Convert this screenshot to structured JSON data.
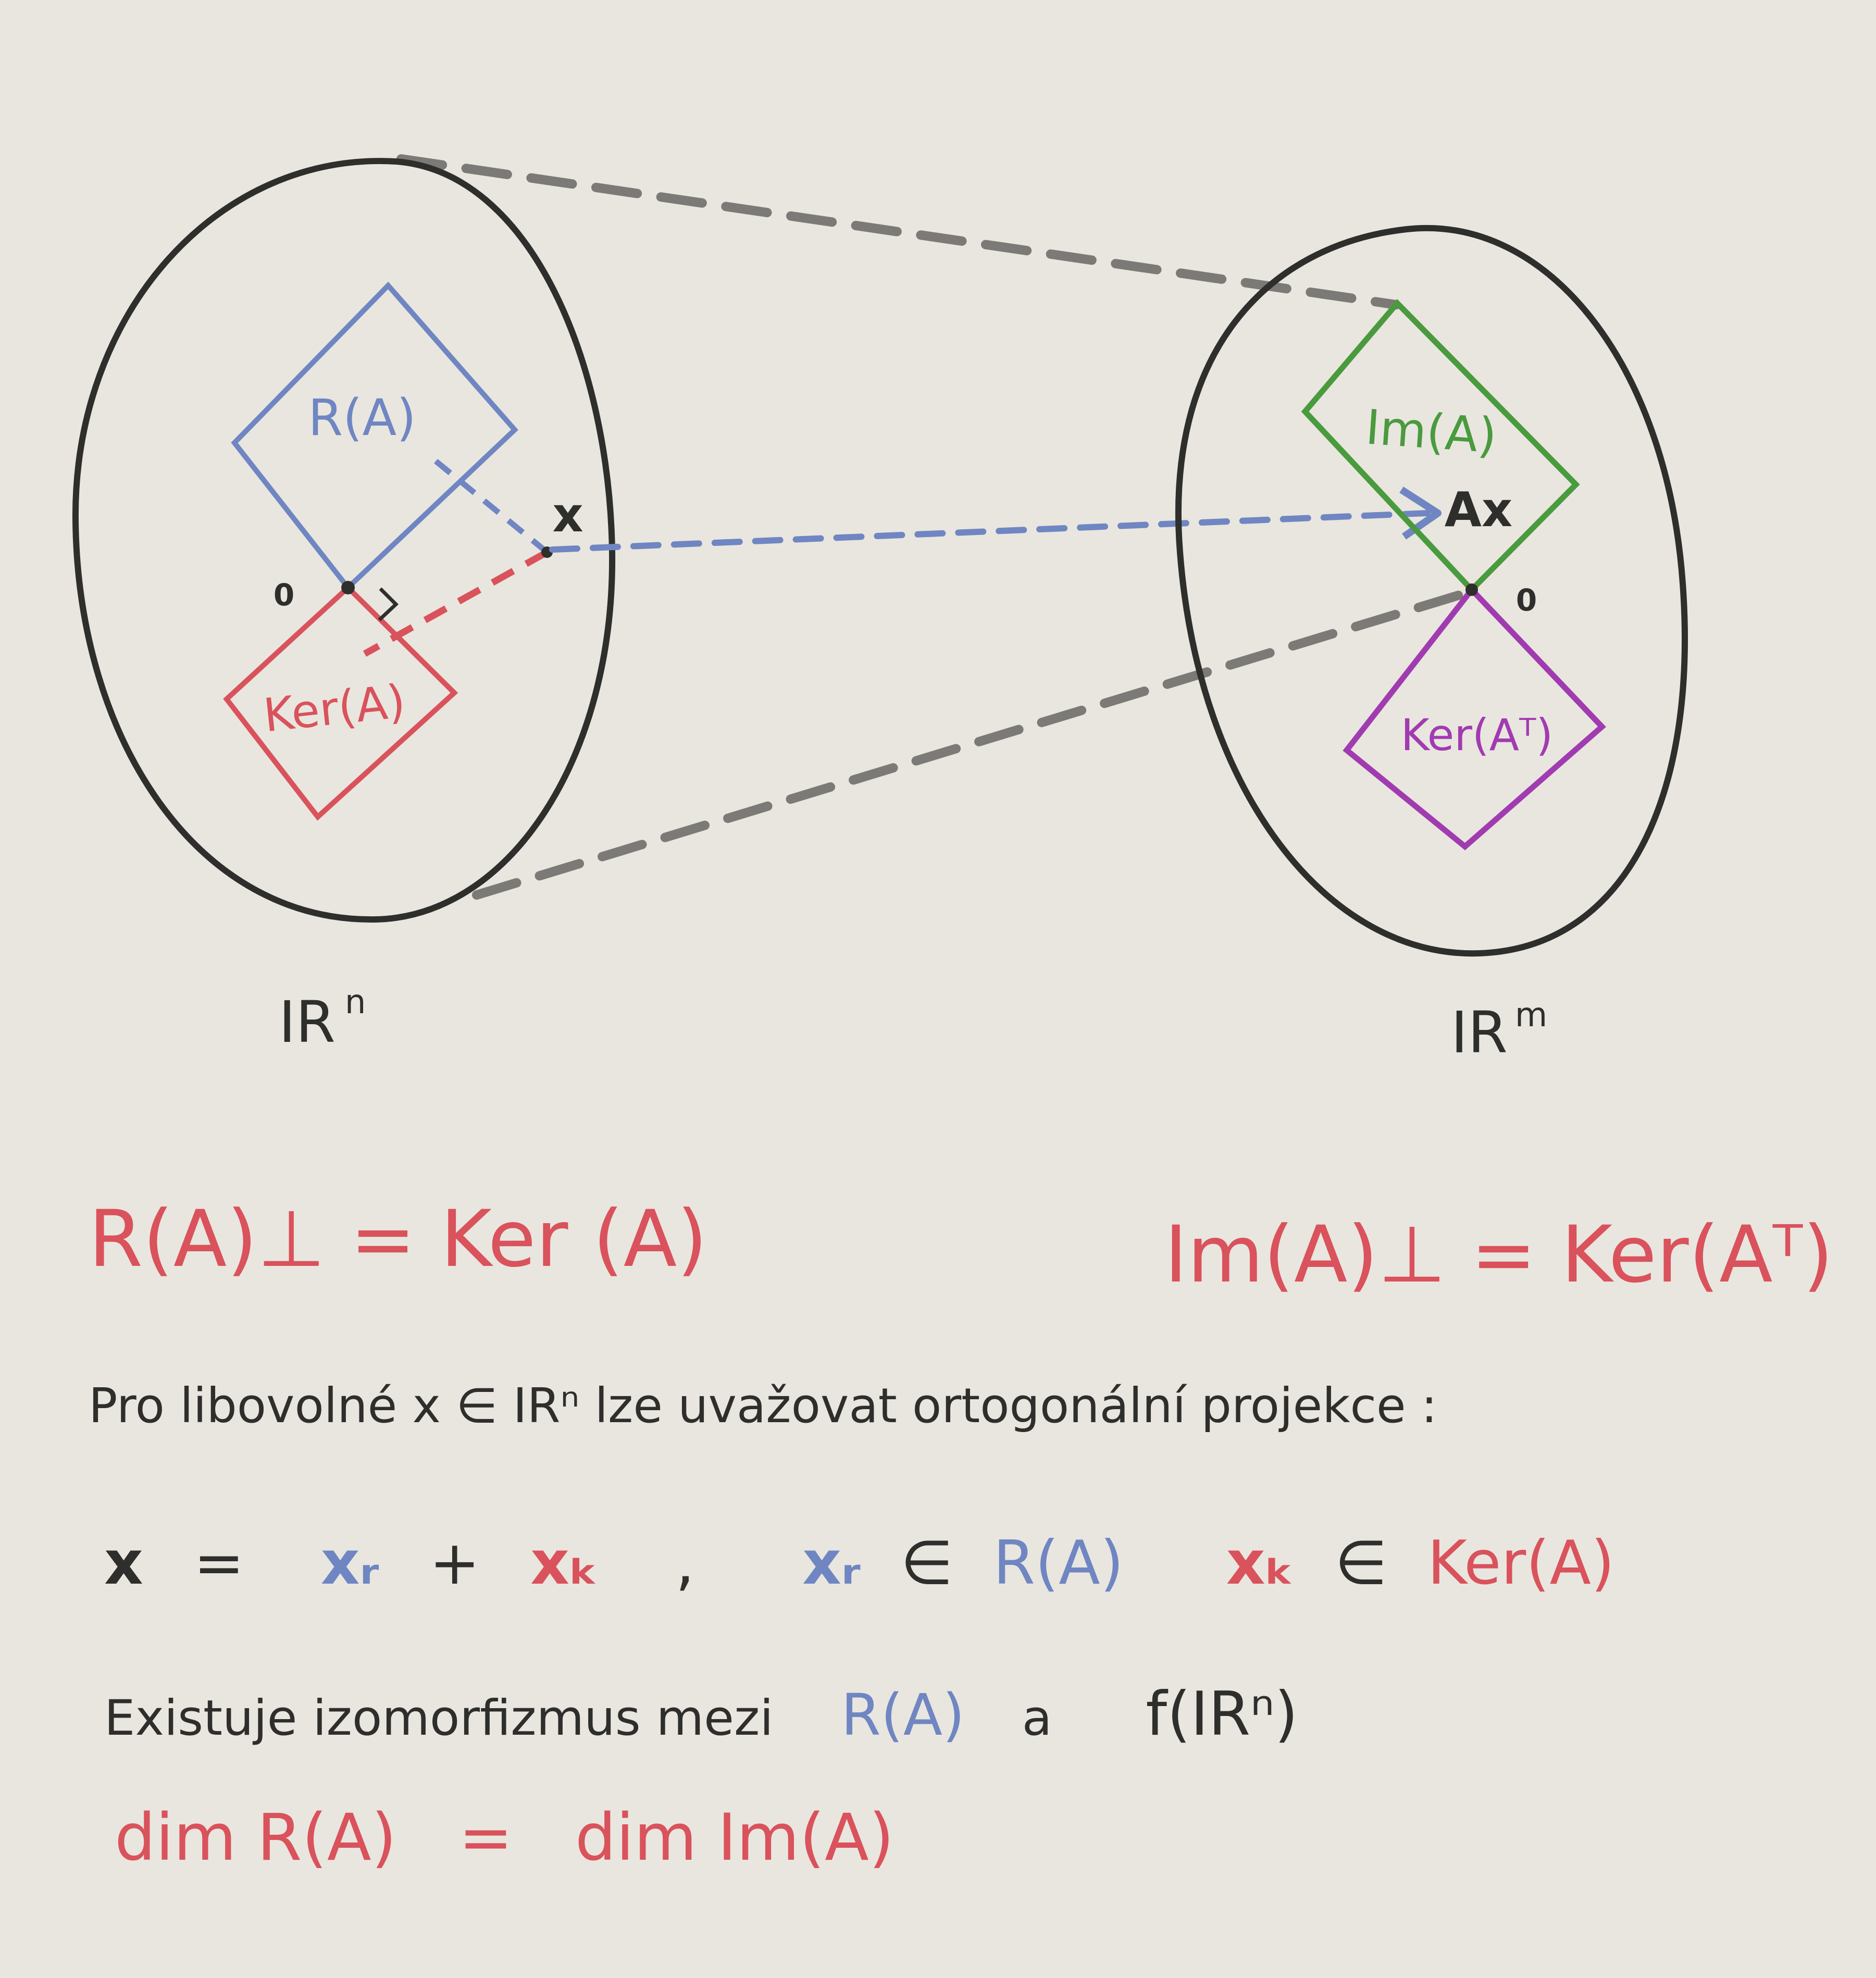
{
  "colors": {
    "paper": "#e9e6df",
    "ink": "#2e2e2c",
    "blue": "#6f86c2",
    "red": "#d9525c",
    "green": "#4a9a3e",
    "purple": "#a13bb0",
    "gray": "#7c7a76"
  },
  "left_space": {
    "label": "IR",
    "sup": "n",
    "row_space": "R(A)",
    "kernel": "Ker(A)",
    "origin": "0",
    "vector": "x"
  },
  "right_space": {
    "label": "IR",
    "sup": "m",
    "image": "Im(A)",
    "kernel_transpose": "Ker(Aᵀ)",
    "origin": "0",
    "image_of_vector": "Ax"
  },
  "formulas": {
    "left": "R(A)⊥ = Ker (A)",
    "right": "Im(A)⊥ = Ker(Aᵀ)"
  },
  "notes": {
    "line1": "Pro libovolné  x ∈ IRⁿ  lze  uvažovat  ortogonální  projekce :",
    "decomp": {
      "x": "x",
      "eq": "=",
      "xr": "xᵣ",
      "plus": "+",
      "xk": "xₖ",
      "comma": ",",
      "xr2": "xᵣ",
      "in1": "∈",
      "ra": "R(A)",
      "xk2": "xₖ",
      "in2": "∈",
      "kera": "Ker(A)"
    },
    "iso": {
      "text": "Existuje  izomorfizmus  mezi",
      "ra": "R(A)",
      "and": "a",
      "f": "f(IRⁿ)"
    },
    "dim": {
      "left": "dim R(A)",
      "eq": "=",
      "right": "dim Im(A)"
    }
  }
}
